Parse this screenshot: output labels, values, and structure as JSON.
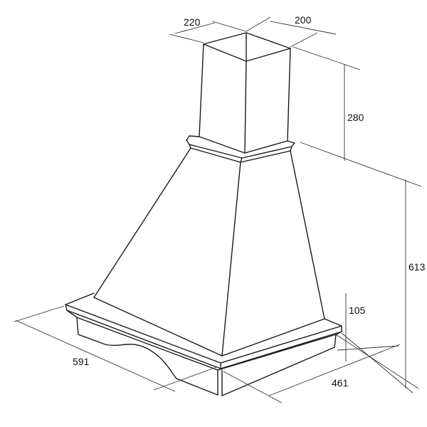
{
  "diagram": {
    "subject": "chimney-cooker-hood",
    "line_color": "#1a1a1a",
    "dimensions": {
      "chimney_width": "220",
      "chimney_depth": "200",
      "chimney_height": "280",
      "hood_height": "613",
      "canopy_height": "105",
      "canopy_width": "591",
      "canopy_depth": "461"
    }
  }
}
